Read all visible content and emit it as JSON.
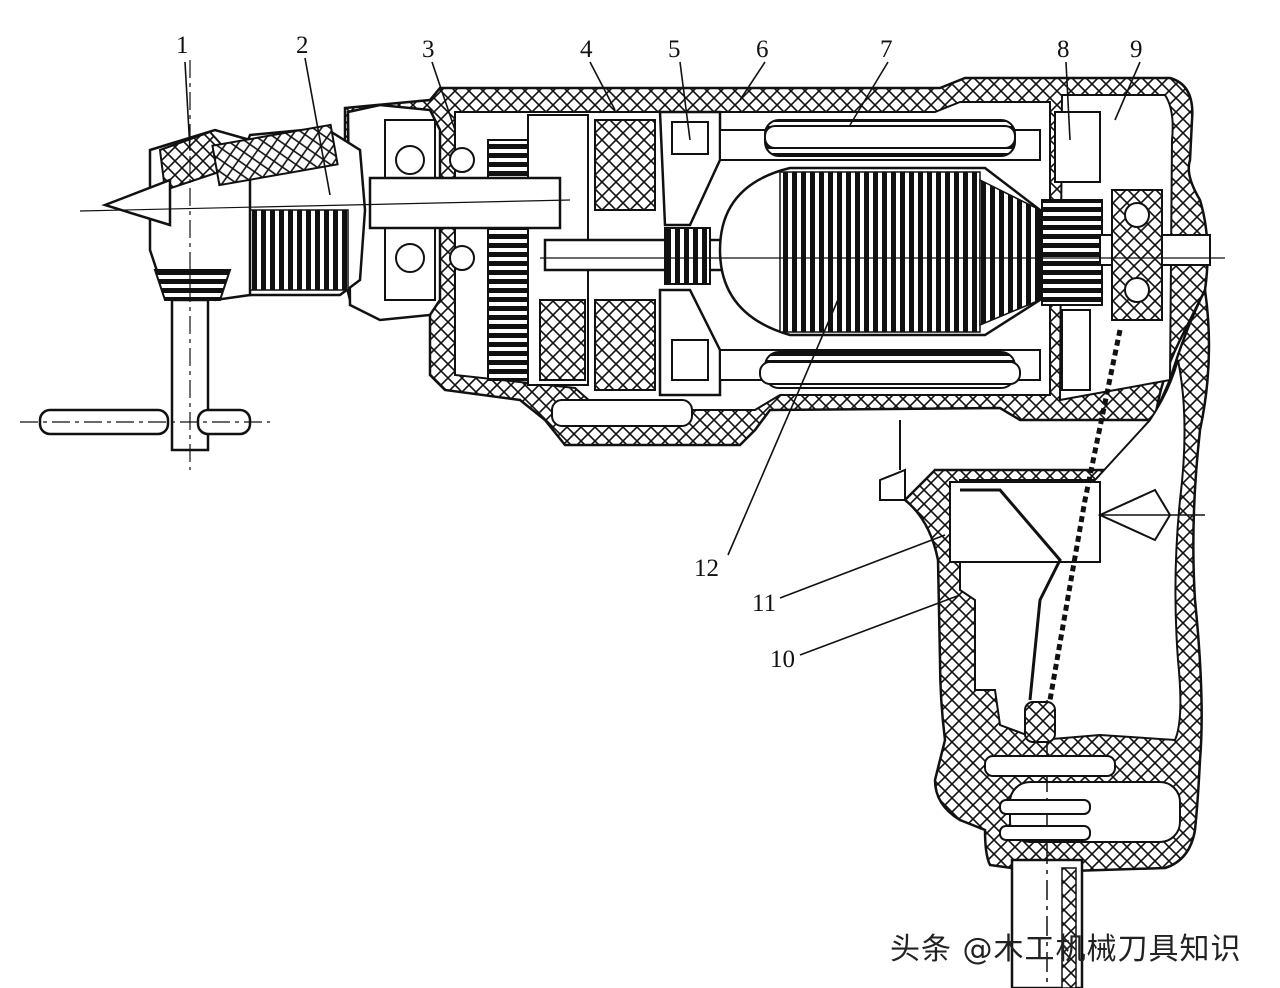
{
  "labels": [
    "1",
    "2",
    "3",
    "4",
    "5",
    "6",
    "7",
    "8",
    "9",
    "12",
    "11",
    "10"
  ],
  "watermark": "头条 @木工机械刀具知识"
}
